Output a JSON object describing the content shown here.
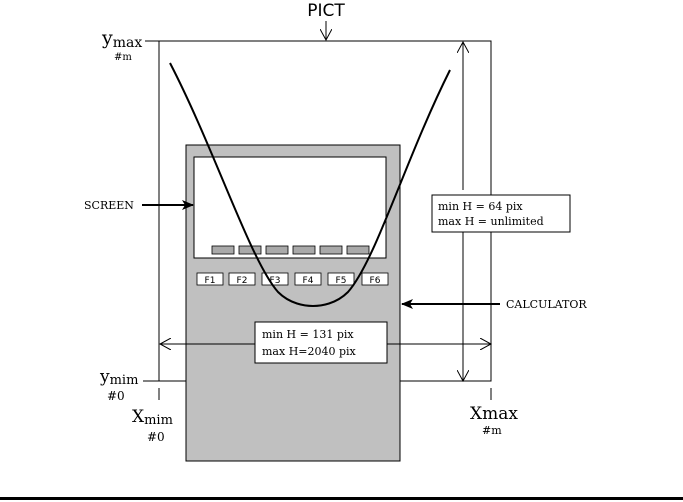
{
  "title": "PICT",
  "axis_labels": {
    "y_max": "y",
    "y_max_sub": "max",
    "y_max_note": "#m",
    "y_min": "y",
    "y_min_sub": "mim",
    "y_min_note": "#0",
    "x_min": "X",
    "x_min_sub": "mim",
    "x_min_note": "#0",
    "x_max": "Xmax",
    "x_max_note": "#m"
  },
  "callouts": {
    "screen": "SCREEN",
    "calculator": "CALCULATOR"
  },
  "height_box": {
    "line1": "min H = 64 pix",
    "line2": "max H = unlimited"
  },
  "width_box": {
    "line1": "min H = 131 pix",
    "line2": "max H=2040 pix"
  },
  "function_keys": [
    "F1",
    "F2",
    "F3",
    "F4",
    "F5",
    "F6"
  ],
  "colors": {
    "calculator_body": "#c0c0c0",
    "screen_fill": "#ffffff",
    "softkey_fill": "#a9a9a9",
    "line": "#000000",
    "background": "#ffffff"
  }
}
